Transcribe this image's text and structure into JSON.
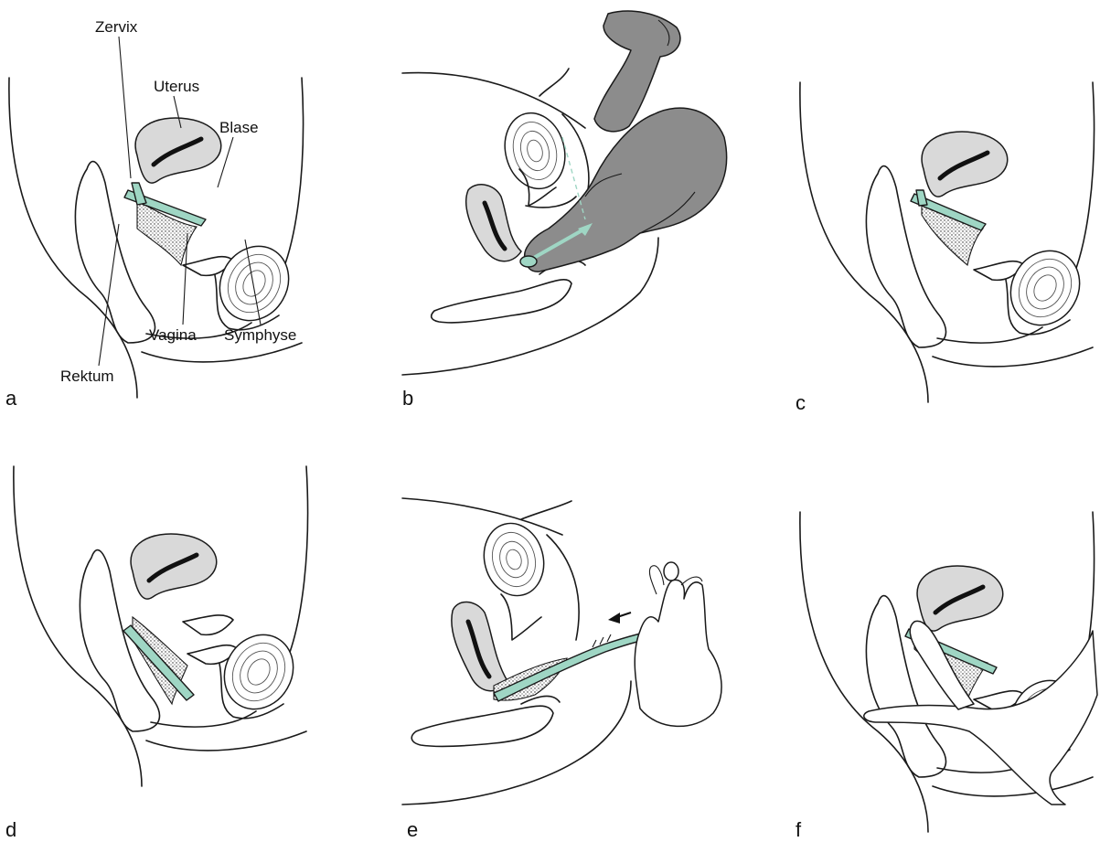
{
  "panels": [
    {
      "letter": "a"
    },
    {
      "letter": "b"
    },
    {
      "letter": "c"
    },
    {
      "letter": "d"
    },
    {
      "letter": "e"
    },
    {
      "letter": "f"
    }
  ],
  "labels": {
    "zervix": "Zervix",
    "uterus": "Uterus",
    "blase": "Blase",
    "symphyse": "Symphyse",
    "vagina": "Vagina",
    "rektum": "Rektum"
  },
  "colors": {
    "pessary": "#9fd6c4",
    "organ": "#d9d9d9",
    "glove": "#8c8c8c",
    "outline": "#1a1a1a"
  }
}
